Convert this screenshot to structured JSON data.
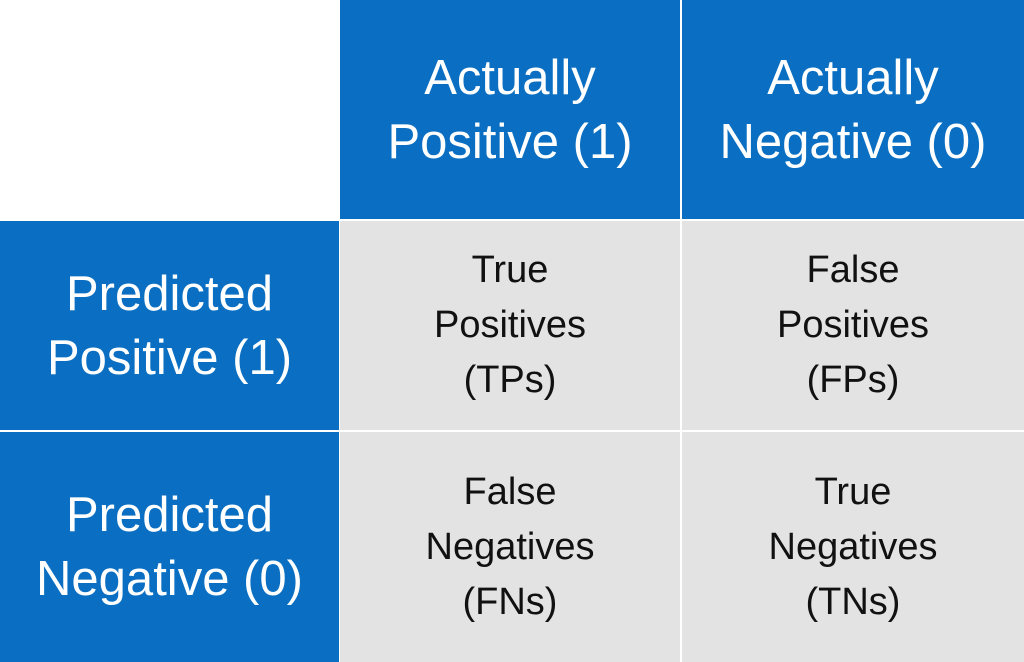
{
  "colors": {
    "header_blue": "#0a6fc2",
    "cell_gray": "#e3e3e3",
    "header_text": "#ffffff",
    "cell_text": "#111111"
  },
  "columns": [
    {
      "line1": "Actually",
      "line2": "Positive (1)"
    },
    {
      "line1": "Actually",
      "line2": "Negative (0)"
    }
  ],
  "rows": [
    {
      "line1": "Predicted",
      "line2": "Positive (1)"
    },
    {
      "line1": "Predicted",
      "line2": "Negative (0)"
    }
  ],
  "cells": [
    [
      {
        "line1": "True",
        "line2": "Positives",
        "line3": "(TPs)"
      },
      {
        "line1": "False",
        "line2": "Positives",
        "line3": "(FPs)"
      }
    ],
    [
      {
        "line1": "False",
        "line2": "Negatives",
        "line3": "(FNs)"
      },
      {
        "line1": "True",
        "line2": "Negatives",
        "line3": "(TNs)"
      }
    ]
  ]
}
